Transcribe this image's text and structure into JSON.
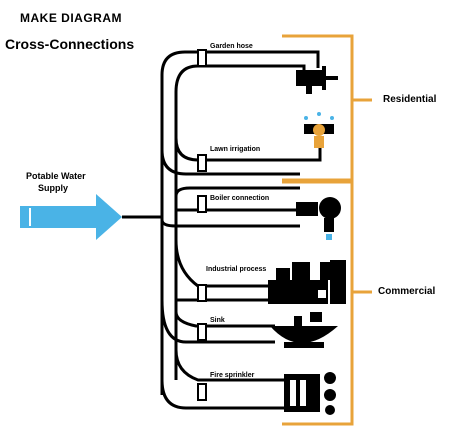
{
  "title": {
    "line1": "MAKE DIAGRAM",
    "line2": "Cross-Connections"
  },
  "supply": {
    "line1": "Potable Water",
    "line2": "Supply"
  },
  "categories": {
    "residential": "Residential",
    "commercial": "Commercial"
  },
  "branches": [
    {
      "label": "Garden hose",
      "fixture": "hose-bib-icon"
    },
    {
      "label": "Lawn irrigation",
      "fixture": "sprinkler-icon"
    },
    {
      "label": "Boiler connection",
      "fixture": "boiler-icon"
    },
    {
      "label": "Industrial process",
      "fixture": "factory-icon"
    },
    {
      "label": "Sink",
      "fixture": "sink-icon"
    },
    {
      "label": "Fire sprinkler",
      "fixture": "fire-system-icon"
    }
  ],
  "colors": {
    "bracket": "#E8A33A",
    "arrow": "#4AB3E6",
    "sprinkler": "#E8A33A",
    "line": "#000000"
  }
}
